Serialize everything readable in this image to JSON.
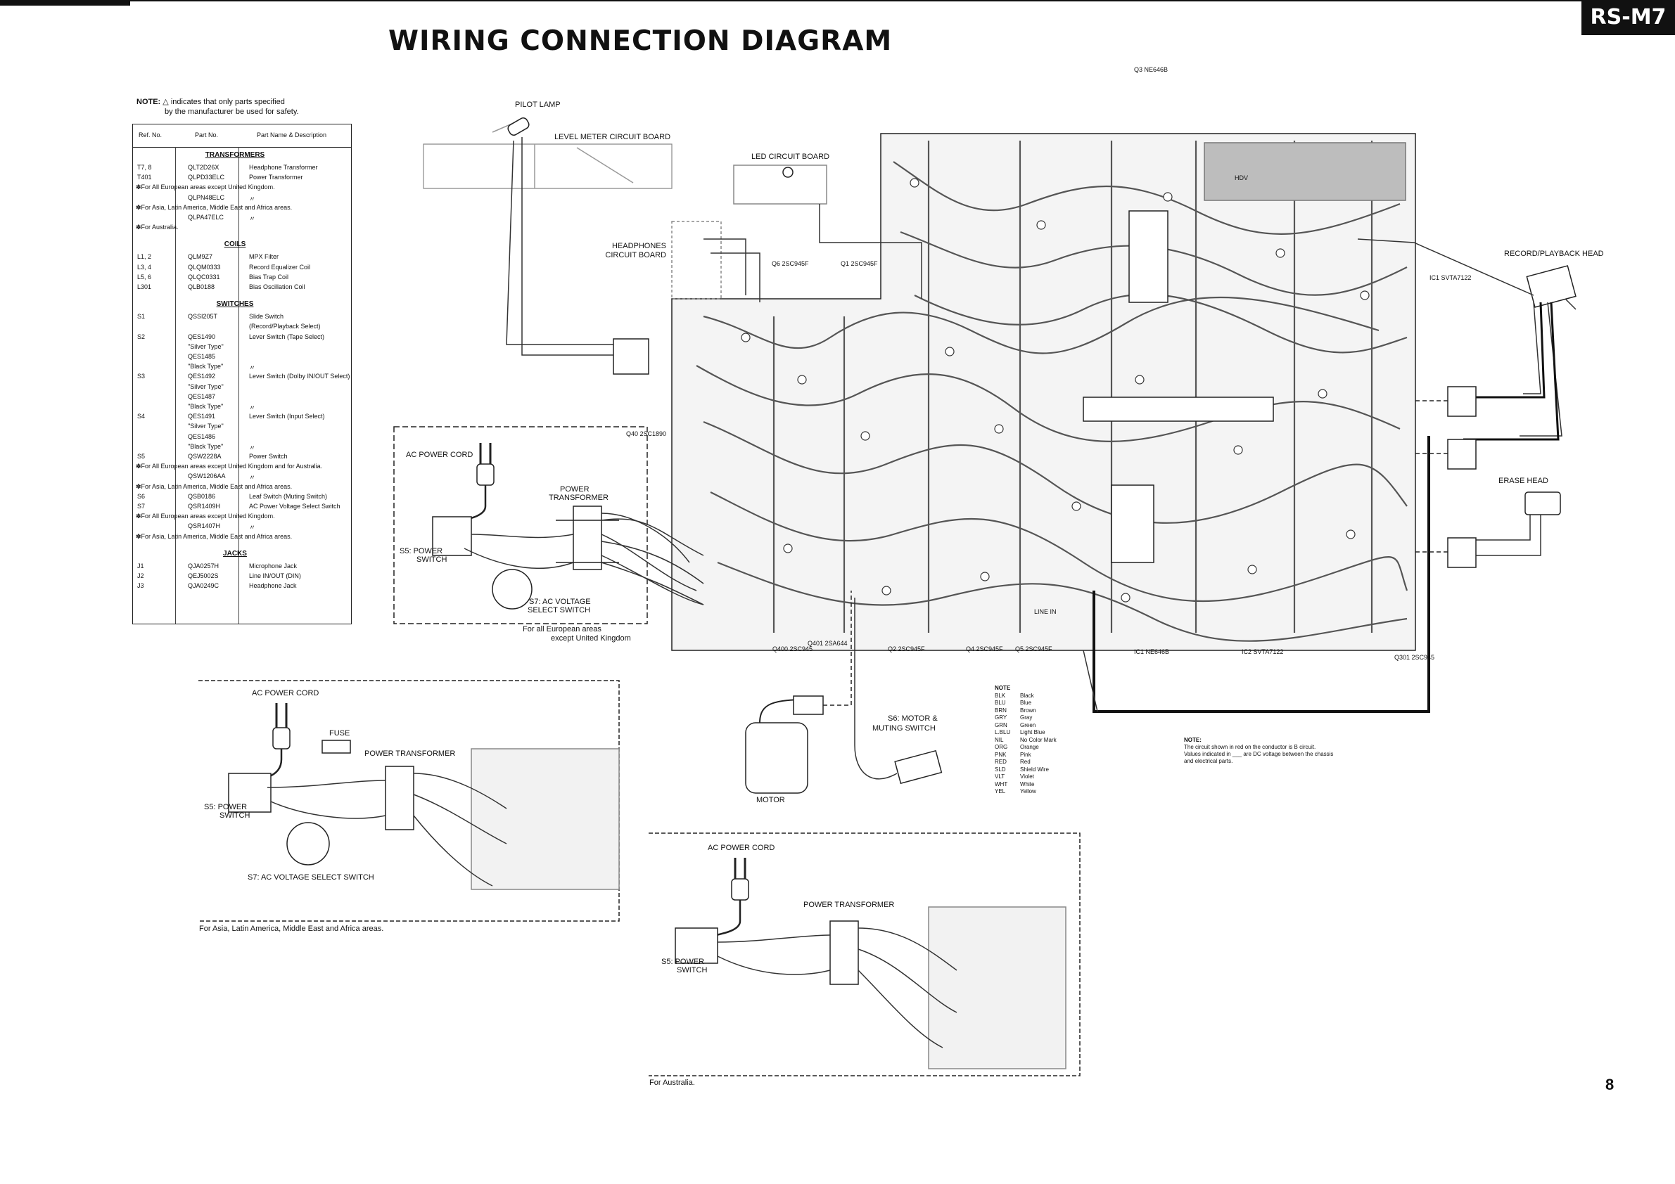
{
  "title": "WIRING CONNECTION DIAGRAM",
  "model": "RS-M7",
  "page_number": "8",
  "note": {
    "prefix": "NOTE:",
    "line1": "indicates that only parts specified",
    "line2": "by the manufacturer be used for safety."
  },
  "parts_table": {
    "headers": [
      "Ref. No.",
      "Part No.",
      "Part Name & Description"
    ],
    "sections": {
      "transformers": "TRANSFORMERS",
      "coils": "COILS",
      "switches": "SWITCHES",
      "jacks": "JACKS"
    },
    "rows": [
      [
        "T7, 8",
        "QLT2D26X",
        "Headphone Transformer"
      ],
      [
        "T401",
        "QLPD33ELC",
        "Power Transformer"
      ],
      [
        "",
        "✽For All European areas except United Kingdom.",
        ""
      ],
      [
        "",
        "QLPN48ELC",
        "〃"
      ],
      [
        "",
        "✽For Asia, Latin America, Middle East and Africa areas.",
        ""
      ],
      [
        "",
        "QLPA47ELC",
        "〃"
      ],
      [
        "",
        "✽For Australia.",
        ""
      ],
      [
        "L1, 2",
        "QLM9Z7",
        "MPX Filter"
      ],
      [
        "L3, 4",
        "QLQM0333",
        "Record Equalizer Coil"
      ],
      [
        "L5, 6",
        "QLQC0331",
        "Bias Trap Coil"
      ],
      [
        "L301",
        "QLB0188",
        "Bias Oscillation Coil"
      ],
      [
        "S1",
        "QSSI205T",
        "Slide Switch"
      ],
      [
        "",
        "",
        "(Record/Playback Select)"
      ],
      [
        "S2",
        "QES1490",
        "Lever Switch (Tape Select)"
      ],
      [
        "",
        "\"Silver Type\"",
        ""
      ],
      [
        "",
        "QES1485",
        ""
      ],
      [
        "",
        "\"Black Type\"",
        "〃"
      ],
      [
        "S3",
        "QES1492",
        "Lever Switch (Dolby IN/OUT Select)"
      ],
      [
        "",
        "\"Silver Type\"",
        ""
      ],
      [
        "",
        "QES1487",
        ""
      ],
      [
        "",
        "\"Black Type\"",
        "〃"
      ],
      [
        "S4",
        "QES1491",
        "Lever Switch (Input Select)"
      ],
      [
        "",
        "\"Silver Type\"",
        ""
      ],
      [
        "",
        "QES1486",
        ""
      ],
      [
        "",
        "\"Black Type\"",
        "〃"
      ],
      [
        "S5",
        "QSW2228A",
        "Power Switch"
      ],
      [
        "",
        "✽For All European areas except United Kingdom and for Australia.",
        ""
      ],
      [
        "",
        "QSW1206AA",
        "〃"
      ],
      [
        "",
        "✽For Asia, Latin America, Middle East and Africa areas.",
        ""
      ],
      [
        "S6",
        "QSB0186",
        "Leaf Switch (Muting Switch)"
      ],
      [
        "S7",
        "QSR1409H",
        "AC Power Voltage Select Switch"
      ],
      [
        "",
        "✽For All European areas except United Kingdom.",
        ""
      ],
      [
        "",
        "QSR1407H",
        "〃"
      ],
      [
        "",
        "✽For Asia, Latin America, Middle East and Africa areas.",
        ""
      ],
      [
        "J1",
        "QJA0257H",
        "Microphone Jack"
      ],
      [
        "J2",
        "QEJ5002S",
        "Line IN/OUT (DIN)"
      ],
      [
        "J3",
        "QJA0249C",
        "Headphone Jack"
      ]
    ]
  },
  "labels": {
    "pilot_lamp": "PILOT LAMP",
    "level_meter": "LEVEL METER CIRCUIT BOARD",
    "led_board": "LED CIRCUIT BOARD",
    "headphones_board_1": "HEADPHONES",
    "headphones_board_2": "CIRCUIT BOARD",
    "record_head": "RECORD/PLAYBACK HEAD",
    "erase_head": "ERASE HEAD",
    "ac_cord": "AC POWER CORD",
    "power_transformer": "POWER TRANSFORMER",
    "power_transformer_split_1": "POWER",
    "power_transformer_split_2": "TRANSFORMER",
    "s5_1": "S5: POWER",
    "s5_2": "SWITCH",
    "s7_1": "S7: AC VOLTAGE",
    "s7_2": "SELECT SWITCH",
    "s7_full": "S7: AC VOLTAGE SELECT SWITCH",
    "fuse": "FUSE",
    "motor": "MOTOR",
    "s6_1": "S6: MOTOR &",
    "s6_2": "MUTING SWITCH",
    "europe_1": "For all European areas",
    "europe_2": "except United Kingdom",
    "asia": "For Asia, Latin America, Middle East and Africa areas.",
    "australia": "For Australia."
  },
  "color_legend": {
    "title": "NOTE",
    "items": [
      [
        "BLK",
        "Black"
      ],
      [
        "BLU",
        "Blue"
      ],
      [
        "BRN",
        "Brown"
      ],
      [
        "GRY",
        "Gray"
      ],
      [
        "GRN",
        "Green"
      ],
      [
        "L.BLU",
        "Light Blue"
      ],
      [
        "NIL",
        "No Color Mark"
      ],
      [
        "ORG",
        "Orange"
      ],
      [
        "PNK",
        "Pink"
      ],
      [
        "RED",
        "Red"
      ],
      [
        "SLD",
        "Shield Wire"
      ],
      [
        "VLT",
        "Violet"
      ],
      [
        "WHT",
        "White"
      ],
      [
        "YEL",
        "Yellow"
      ]
    ]
  },
  "bottom_note": {
    "title": "NOTE:",
    "line1": "The circuit shown in red on the conductor is B circuit.",
    "line2": "Values indicated in ___ are DC voltage between the chassis",
    "line3": "and electrical parts."
  },
  "component_tags": {
    "q3": "Q3 NE646B",
    "ic1": "IC1 NE646B",
    "ic2": "IC2 SVTA7122",
    "ic1b": "IC1 SVTA7122",
    "q301": "Q301 2SC945",
    "q400": "Q400 2SC945",
    "q401": "Q401 2SA644",
    "q6": "Q6 2SC945F",
    "q1": "Q1 2SC945F",
    "q2": "Q2 2SC945F",
    "q4": "Q4 2SC945F",
    "q5": "Q5 2SC945F",
    "q40": "Q40 2SC1890",
    "line_in": "LINE IN",
    "hdv": "HDV"
  }
}
